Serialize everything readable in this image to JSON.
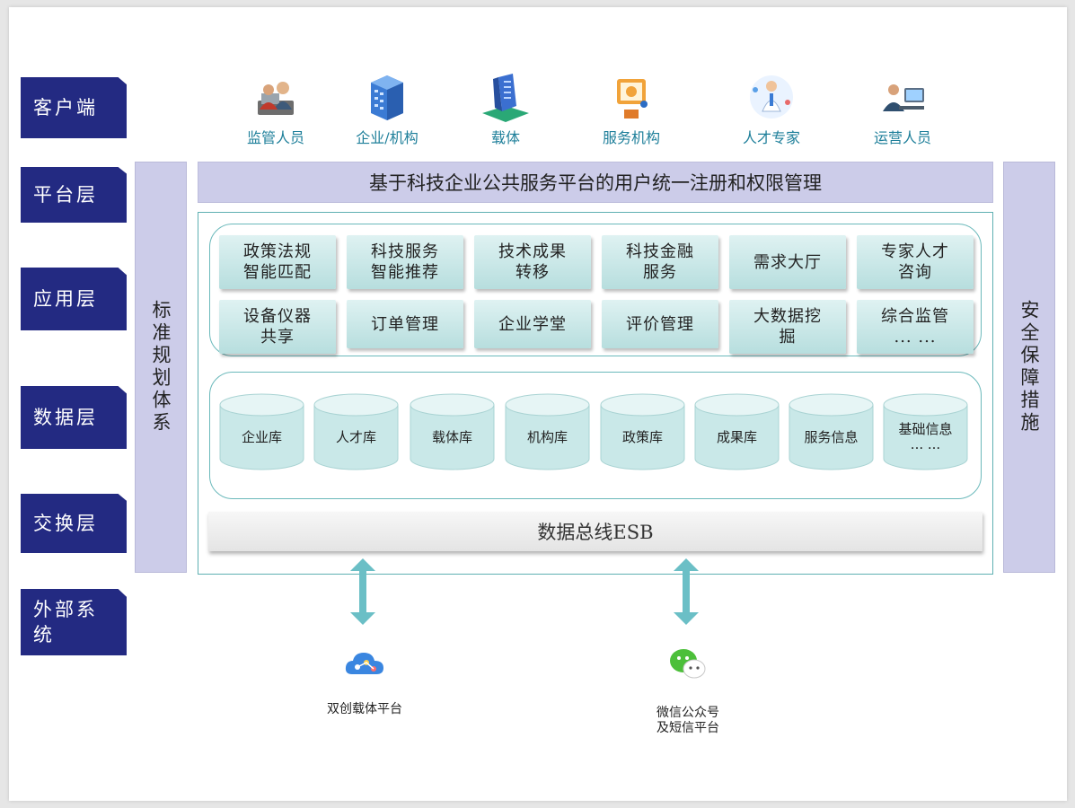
{
  "layers": [
    "客户端",
    "平台层",
    "应用层",
    "数据层",
    "交换层",
    "外部系\n统"
  ],
  "clients": [
    {
      "label": "监管人员",
      "icon": "supervisor-icon"
    },
    {
      "label": "企业/机构",
      "icon": "enterprise-building-icon"
    },
    {
      "label": "载体",
      "icon": "carrier-building-icon"
    },
    {
      "label": "服务机构",
      "icon": "service-agency-icon"
    },
    {
      "label": "人才专家",
      "icon": "talent-expert-icon"
    },
    {
      "label": "运营人员",
      "icon": "operator-icon"
    }
  ],
  "left_bar": "标准规划体系",
  "right_bar": "安全保障措施",
  "platform_bar": "基于科技企业公共服务平台的用户统一注册和权限管理",
  "apps": [
    "政策法规\n智能匹配",
    "科技服务\n智能推荐",
    "技术成果\n转移",
    "科技金融\n服务",
    "需求大厅",
    "专家人才\n咨询",
    "设备仪器\n共享",
    "订单管理",
    "企业学堂",
    "评价管理",
    "大数据挖\n掘",
    "综合监管\n... ..."
  ],
  "databases": [
    "企业库",
    "人才库",
    "载体库",
    "机构库",
    "政策库",
    "成果库",
    "服务信息",
    "基础信息\n... ..."
  ],
  "esb": "数据总线ESB",
  "external": [
    {
      "label": "双创载体平台",
      "icon": "cloud-network-icon"
    },
    {
      "label": "微信公众号\n及短信平台",
      "icon": "wechat-icon"
    }
  ],
  "colors": {
    "layer_tag": "#232a82",
    "bar": "#cccce9",
    "frame": "#5fb0b2",
    "app_tile": "#c9e8e8",
    "arrow": "#6bbfc6"
  }
}
